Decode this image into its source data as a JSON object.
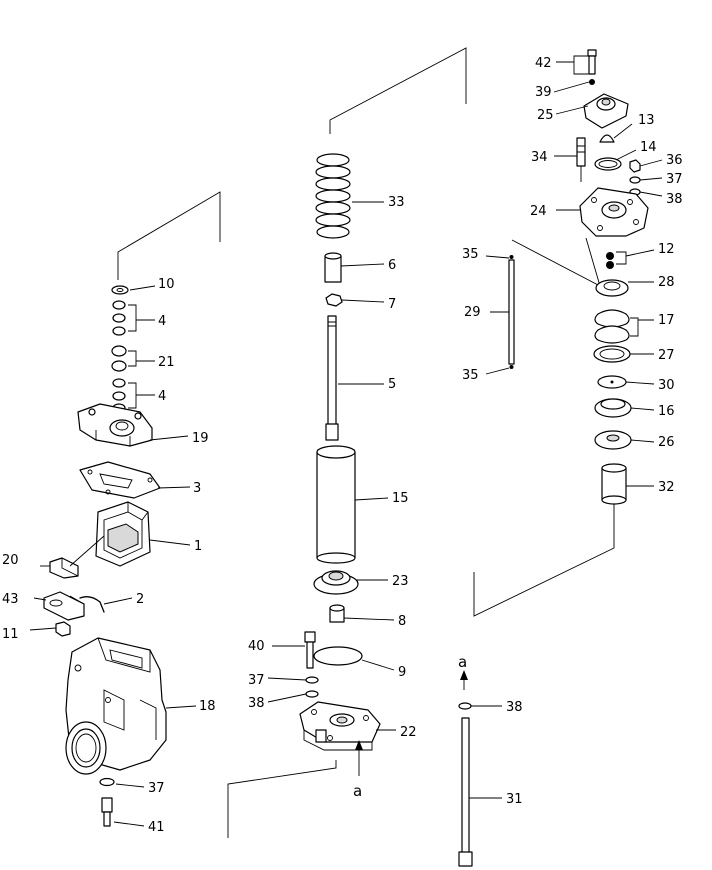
{
  "callouts": {
    "c1": "1",
    "c2": "2",
    "c3": "3",
    "c4a": "4",
    "c4b": "4",
    "c5": "5",
    "c6": "6",
    "c7": "7",
    "c8": "8",
    "c9": "9",
    "c10": "10",
    "c11": "11",
    "c12": "12",
    "c13": "13",
    "c14": "14",
    "c15": "15",
    "c16": "16",
    "c17": "17",
    "c18": "18",
    "c19": "19",
    "c20": "20",
    "c21": "21",
    "c22": "22",
    "c23": "23",
    "c24": "24",
    "c25": "25",
    "c26": "26",
    "c27": "27",
    "c28": "28",
    "c29": "29",
    "c30": "30",
    "c31": "31",
    "c32": "32",
    "c33": "33",
    "c34": "34",
    "c35a": "35",
    "c35b": "35",
    "c36": "36",
    "c37a": "37",
    "c37b": "37",
    "c37c": "37",
    "c38a": "38",
    "c38b": "38",
    "c38c": "38",
    "c39": "39",
    "c40": "40",
    "c41": "41",
    "c42": "42",
    "c43": "43",
    "ref_a1": "a",
    "ref_a2": "a"
  }
}
